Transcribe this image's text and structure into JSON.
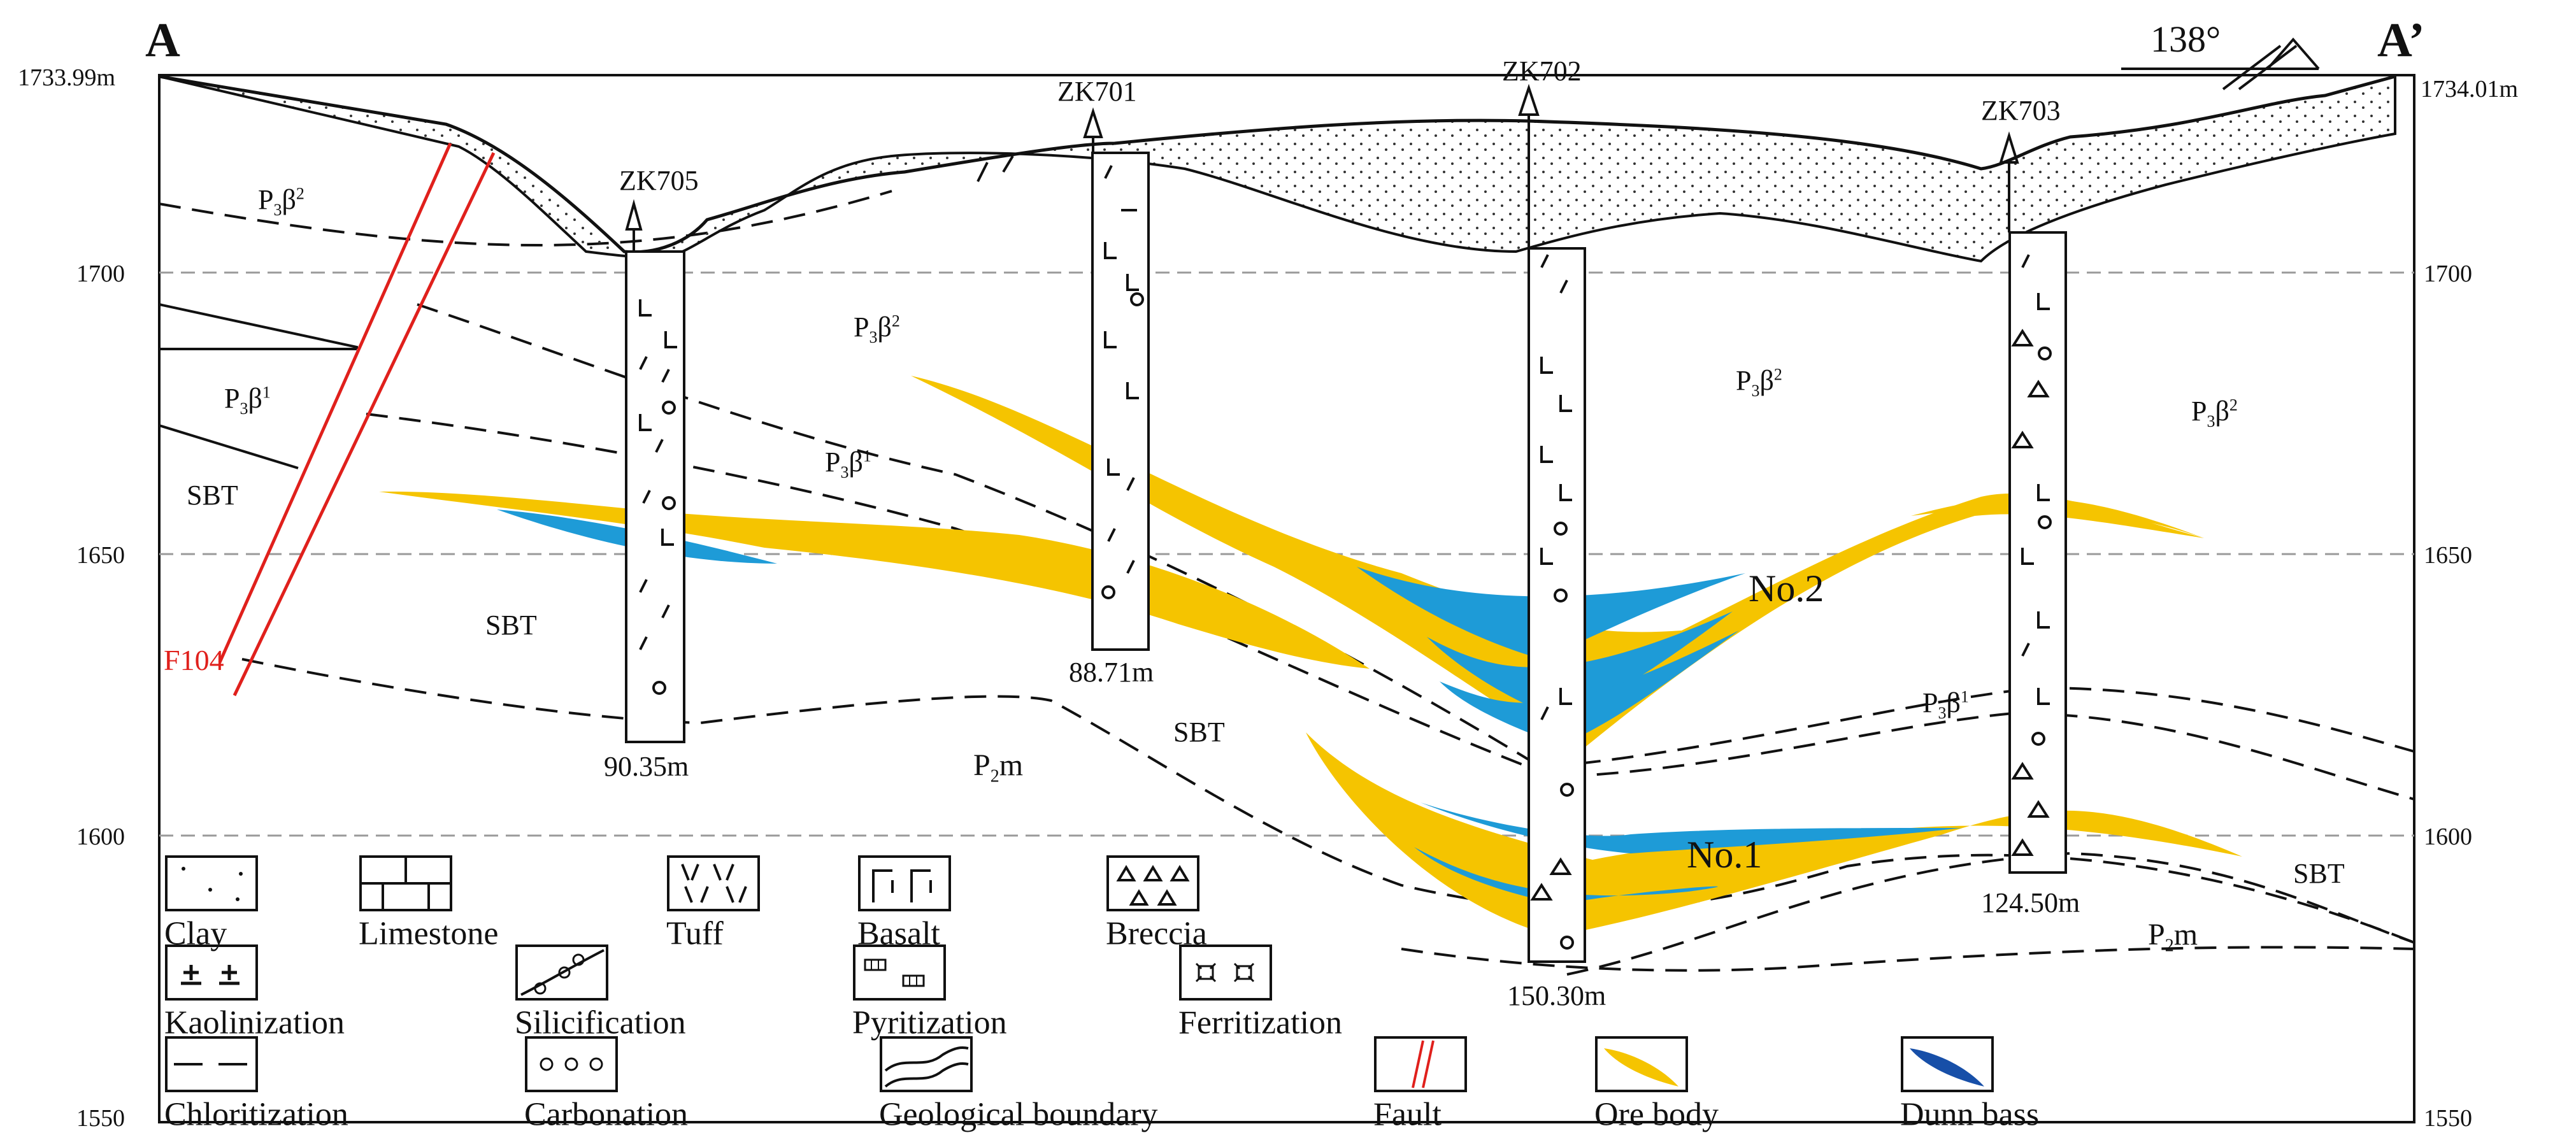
{
  "section": {
    "start_label": "A",
    "end_label": "A’",
    "start_elevation": "1733.99m",
    "end_elevation": "1734.01m",
    "azimuth": "138°"
  },
  "elevation_ticks": [
    "1700",
    "1650",
    "1600",
    "1550"
  ],
  "boreholes": [
    {
      "id": "ZK705",
      "depth": "90.35m"
    },
    {
      "id": "ZK701",
      "depth": "88.71m"
    },
    {
      "id": "ZK702",
      "depth": "150.30m"
    },
    {
      "id": "ZK703",
      "depth": "124.50m"
    }
  ],
  "units": {
    "p3b": "P",
    "p3b_sub": "3",
    "beta": "β",
    "sup1": "1",
    "sup2": "2",
    "sbt": "SBT",
    "p2m": "P",
    "p2m_sub": "2",
    "p2m_m": "m"
  },
  "fault_label": "F104",
  "ore_bodies": [
    "No.2",
    "No.1"
  ],
  "legend": [
    {
      "key": "clay",
      "label": "Clay"
    },
    {
      "key": "limestone",
      "label": "Limestone"
    },
    {
      "key": "tuff",
      "label": "Tuff"
    },
    {
      "key": "basalt",
      "label": "Basalt"
    },
    {
      "key": "breccia",
      "label": "Breccia"
    },
    {
      "key": "kaolinization",
      "label": "Kaolinization"
    },
    {
      "key": "silicification",
      "label": "Silicification"
    },
    {
      "key": "pyritization",
      "label": "Pyritization"
    },
    {
      "key": "ferritization",
      "label": "Ferritization"
    },
    {
      "key": "chloritization",
      "label": "Chloritization"
    },
    {
      "key": "carbonation",
      "label": "Carbonation"
    },
    {
      "key": "geological_boundary",
      "label": "Geological boundary"
    },
    {
      "key": "fault",
      "label": "Fault"
    },
    {
      "key": "ore_body",
      "label": "Ore body"
    },
    {
      "key": "dunn_bass",
      "label": "Dunn bass"
    }
  ],
  "colors": {
    "ore_body": "#f5c400",
    "dunn_bass": "#1e9bd7",
    "fault": "#e0201c",
    "line": "#111111",
    "elevation_grid": "#9a9a9a"
  }
}
